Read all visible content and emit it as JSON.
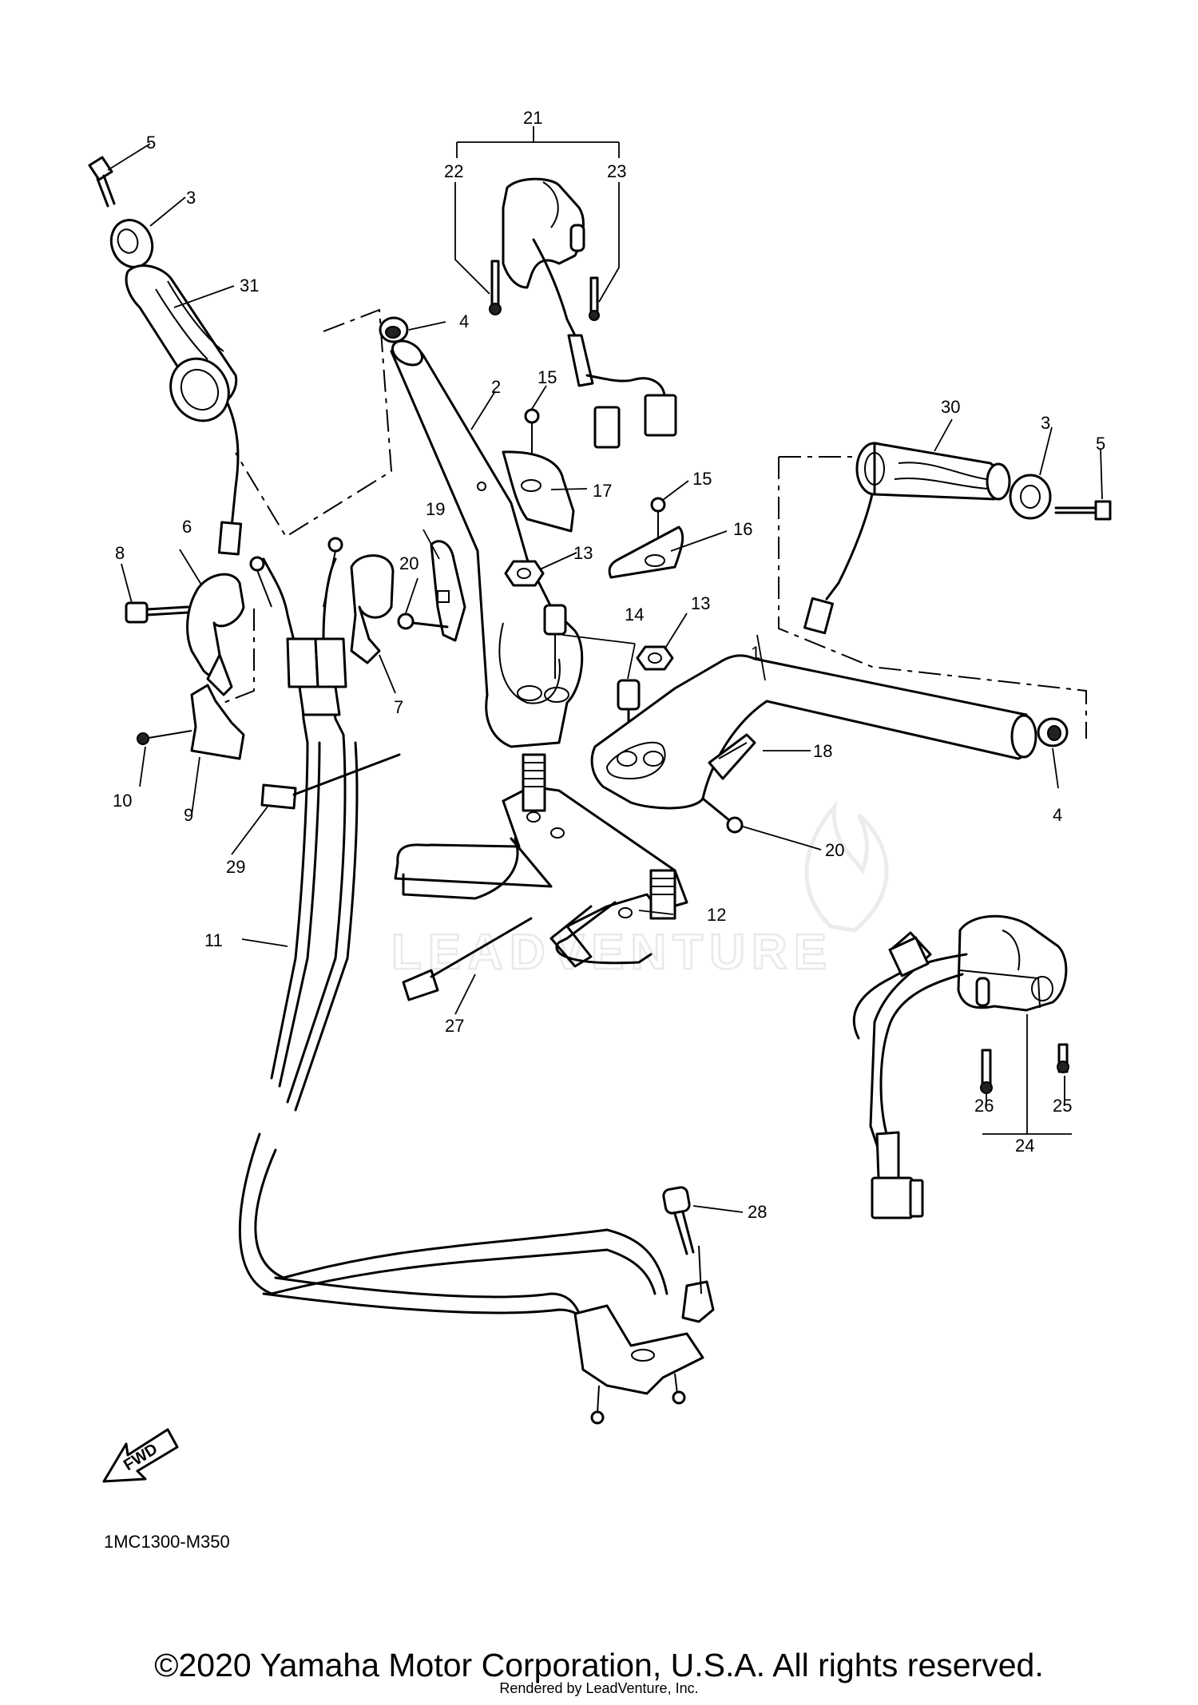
{
  "diagram": {
    "callouts": [
      "1",
      "2",
      "3",
      "3",
      "4",
      "4",
      "5",
      "5",
      "6",
      "7",
      "8",
      "9",
      "10",
      "11",
      "12",
      "13",
      "13",
      "14",
      "15",
      "15",
      "16",
      "17",
      "18",
      "19",
      "20",
      "20",
      "21",
      "22",
      "23",
      "24",
      "25",
      "26",
      "27",
      "28",
      "29",
      "30",
      "31"
    ]
  },
  "watermark": {
    "text": "LEADVENTURE"
  },
  "fwd_label": "FWD",
  "diagram_code": "1MC1300-M350",
  "copyright": "©2020 Yamaha Motor Corporation, U.S.A. All rights reserved.",
  "rendered_by": "Rendered by LeadVenture, Inc."
}
